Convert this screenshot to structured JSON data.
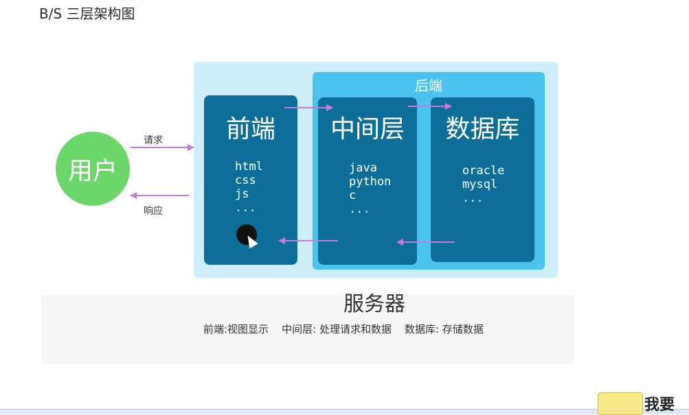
{
  "title": "B/S 三层架构图",
  "user": {
    "label": "用户"
  },
  "arrows": {
    "request": "请求",
    "response": "响应"
  },
  "backend": {
    "label": "后端"
  },
  "panels": {
    "frontend": {
      "title": "前端",
      "tech": "html\ncss\njs\n..."
    },
    "middle": {
      "title": "中间层",
      "tech": "java\npython\nc\n..."
    },
    "database": {
      "title": "数据库",
      "tech": "oracle\nmysql\n..."
    }
  },
  "server_label": "服务器",
  "legend": "前端:视图显示    中间层: 处理请求和数据    数据库: 存储数据",
  "logo": {
    "text": "我要"
  },
  "colors": {
    "server_bg": "#cdeef9",
    "backend_bg": "#4bc3ee",
    "panel_bg": "#0d6f99",
    "user_bg": "#6dd66a",
    "arrow": "#c77be0"
  }
}
